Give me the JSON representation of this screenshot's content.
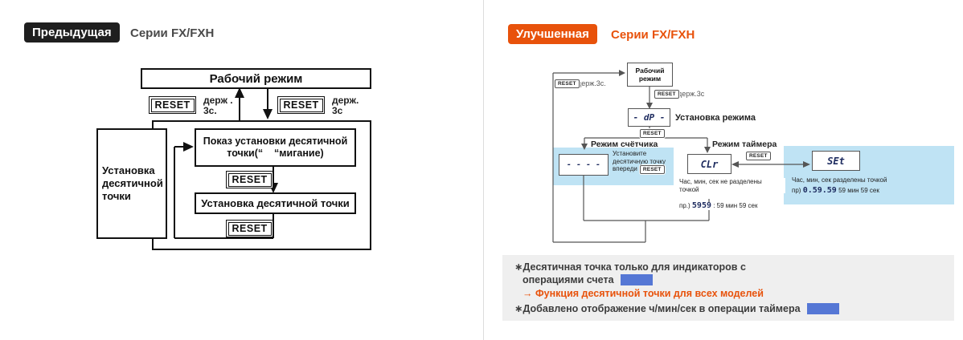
{
  "left": {
    "badge": "Предыдущая",
    "title": "Серии FX/FXH",
    "reset": "RESET",
    "work_mode": "Рабочий режим",
    "hold_a": "держ .\n3с.",
    "hold_b": "держ.\n3с",
    "side_box": "Установка\nдесятичной\nточки",
    "show_box": "Показ установки десятичной\nточки(“    “мигание)",
    "set_box": "Установка десятичной точки"
  },
  "right": {
    "badge": "Улучшенная",
    "title": "Серии FX/FXH",
    "reset": "RESET",
    "work_mode": "Рабочий\nрежим",
    "hold_a": "держ.3с.",
    "hold_b": "держ.3с",
    "mode_lcd": "- dP -",
    "mode_label": "Установка режима",
    "counter_mode_label": "Режим счётчика",
    "timer_mode_label": "Режим таймера",
    "counter_lcd": "- - - -",
    "counter_note": "Установите\nдесятичную точку\nвпереди",
    "clr_lcd": "CLr",
    "clr_note": "Час, мин, сек не разделены\nточкой",
    "clr_example_prefix": "пр.)",
    "clr_example_lcd": "5959",
    "clr_example_suffix": ": 59 мин 59 сек",
    "set_lcd": "SEt",
    "set_note": "Час, мин, сек разделены точкой",
    "set_example_prefix": "пр)",
    "set_example_lcd": "0.59.59",
    "set_example_suffix": "59 мин 59 сек"
  },
  "notes": {
    "line1": "∗Десятичная точка  только для индикаторов с",
    "line2": "операциями счета",
    "line3": "→ Функция десятичной точки для всех моделей",
    "line4": "∗Добавлено отображение ч/мин/сек в операции таймера"
  },
  "colors": {
    "accent_orange": "#e8520b",
    "badge_black": "#1f1f1f",
    "highlight_blue": "#bfe3f4",
    "marker_blue": "#5577d5",
    "lcd_navy": "#1c2a5e"
  }
}
